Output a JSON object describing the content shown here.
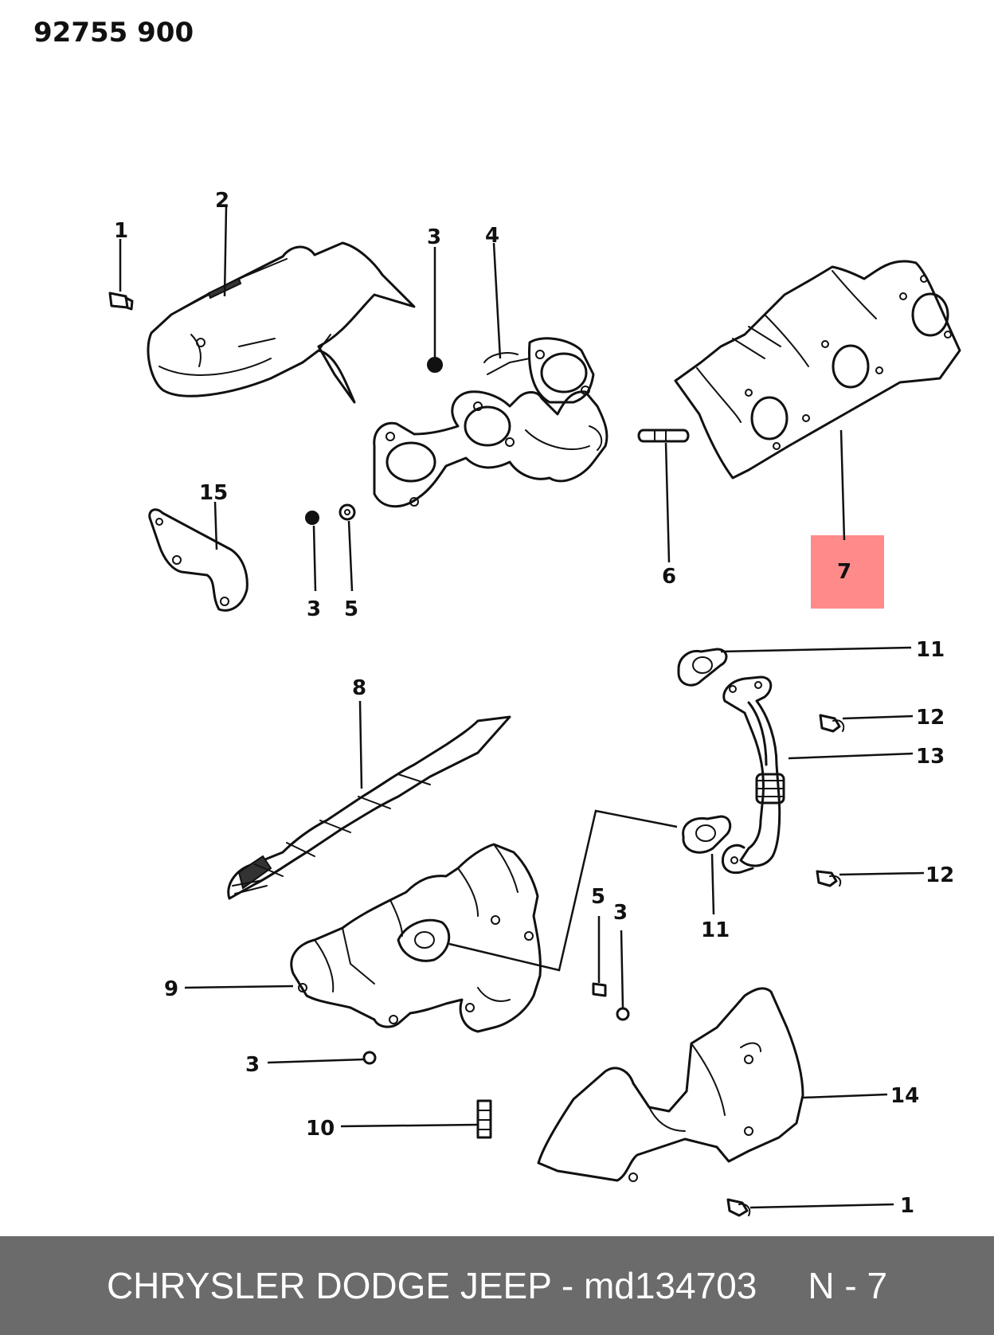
{
  "diagram": {
    "reference_code": "92755 900",
    "highlight_color": "#ff8a8a",
    "highlighted_callout": "7",
    "callouts": {
      "c1_top": "1",
      "c2": "2",
      "c3_top": "3",
      "c4": "4",
      "c15": "15",
      "c3_mid": "3",
      "c5_mid": "5",
      "c6": "6",
      "c7": "7",
      "c11_top": "11",
      "c12_top": "12",
      "c13": "13",
      "c8": "8",
      "c11_bottom": "11",
      "c12_bottom": "12",
      "c5_low": "5",
      "c3_low": "3",
      "c9": "9",
      "c3_left": "3",
      "c10": "10",
      "c14": "14",
      "c1_bottom": "1"
    }
  },
  "footer": {
    "part_info": "CHRYSLER DODGE JEEP - md134703",
    "page_ref": "N - 7"
  }
}
